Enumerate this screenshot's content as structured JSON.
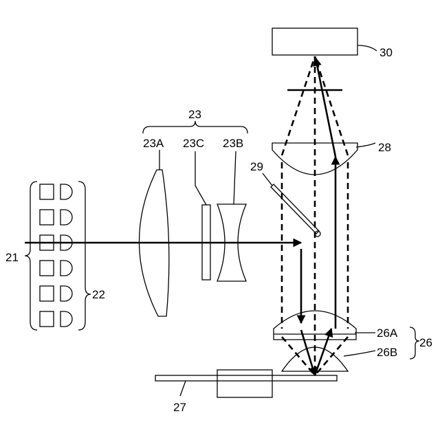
{
  "labels": {
    "l21": "21",
    "l22": "22",
    "l23": "23",
    "l23a": "23A",
    "l23c": "23C",
    "l23b": "23B",
    "l26": "26",
    "l26a": "26A",
    "l26b": "26B",
    "l27": "27",
    "l28": "28",
    "l29": "29",
    "l30": "30"
  }
}
